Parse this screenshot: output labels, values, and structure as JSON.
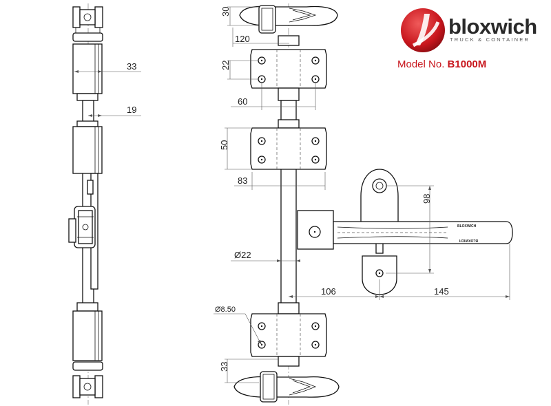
{
  "brand": {
    "name": "bloxwich",
    "tagline": "TRUCK & CONTAINER",
    "logo_color": "#c8161d"
  },
  "model": {
    "label": "Model No.",
    "number": "B1000M"
  },
  "handle_engraving": {
    "top": "BLOXWICH",
    "bottom": "BLOXWICH"
  },
  "dimensions": {
    "side_view": {
      "bracket_depth": "33",
      "bar_offset": "19"
    },
    "front_view": {
      "top_cam_height": "30",
      "top_cam_width": "120",
      "bracket_hole_pitch_v": "22",
      "bracket_hole_pitch_h": "60",
      "guide_height": "50",
      "guide_width": "83",
      "bar_diameter": "Ø22",
      "hole_diameter": "Ø8.50",
      "handle_pivot_offset": "106",
      "handle_length": "145",
      "handle_hub_height": "98",
      "bottom_cam_height": "33"
    }
  }
}
